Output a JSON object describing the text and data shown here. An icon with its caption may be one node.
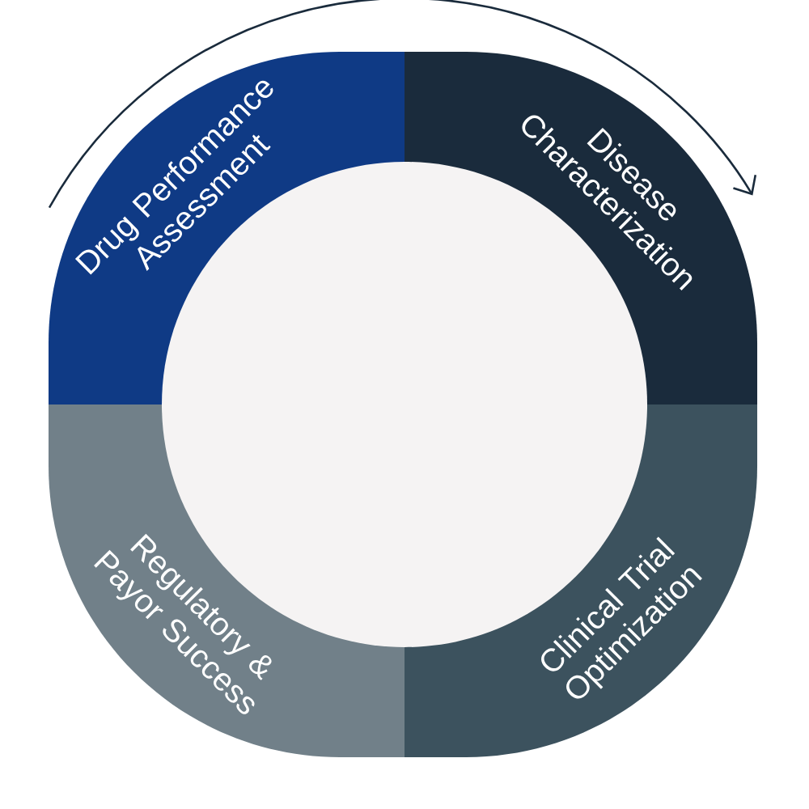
{
  "diagram": {
    "nodes": [
      {
        "text": [
          "Drug Performance Assessment"
        ]
      },
      {
        "text": [
          "Disease Characterization"
        ]
      },
      {
        "text": [
          "Clinical Trial Optimization"
        ]
      },
      {
        "text": [
          "Regulatory & Payor Success"
        ]
      }
    ]
  }
}
